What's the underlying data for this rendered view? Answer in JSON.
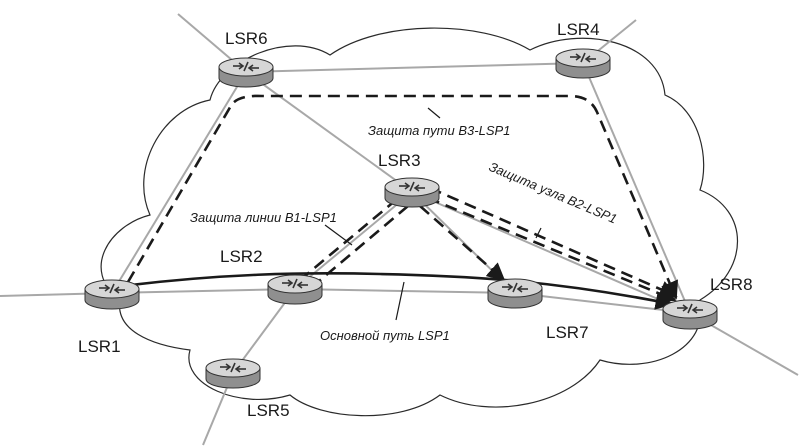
{
  "nodes": {
    "lsr1": "LSR1",
    "lsr2": "LSR2",
    "lsr3": "LSR3",
    "lsr4": "LSR4",
    "lsr5": "LSR5",
    "lsr6": "LSR6",
    "lsr7": "LSR7",
    "lsr8": "LSR8"
  },
  "annotations": {
    "path_protection": "Защита пути B3-LSP1",
    "link_protection": "Защита линии B1-LSP1",
    "node_protection": "Защита узла B2-LSP1",
    "primary_path": "Основной путь LSP1"
  },
  "colors": {
    "link": "#a8a8a8",
    "path": "#1a1a1a",
    "router_body": "#9a9a9a",
    "router_top": "#dcdcdc"
  },
  "icons": {
    "router": "router-icon"
  }
}
